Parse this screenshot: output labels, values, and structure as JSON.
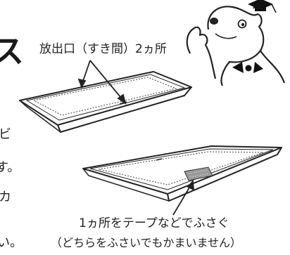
{
  "page": {
    "cropped_heading_fragment": "ス",
    "cropped_text_fragments": [
      "ビ",
      "す。",
      "カ",
      "い。"
    ]
  },
  "callouts": {
    "vent_label": "放出口（すき間）2ヵ所",
    "tape_line1": "1ヵ所をテープなどでふさぐ",
    "tape_line2": "（どちらをふさいでもかまいません）"
  },
  "colors": {
    "ink": "#222222",
    "tape": "#9a9a9a",
    "mascot_hat": "#111111"
  },
  "icons": [
    "bear-mascot-icon",
    "mortarboard-icon",
    "bowtie-icon"
  ]
}
